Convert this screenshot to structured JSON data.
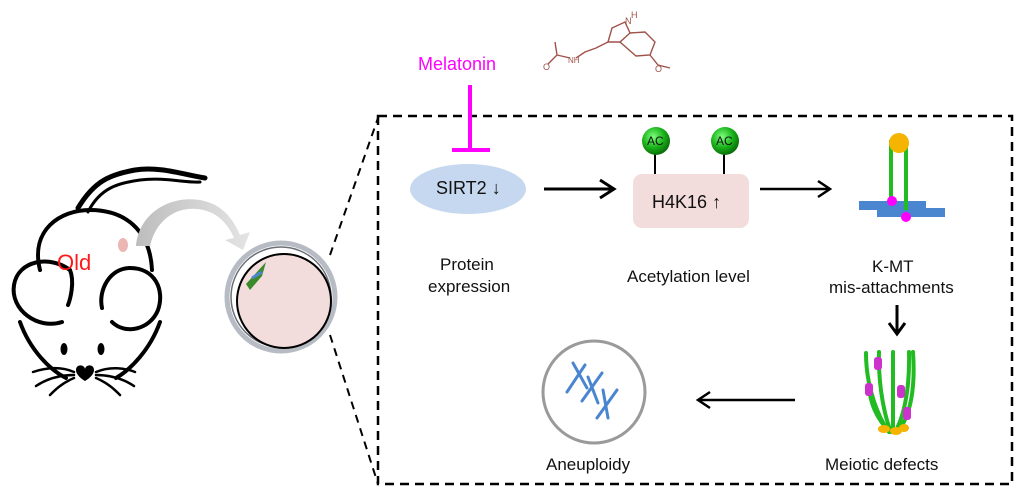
{
  "mouse": {
    "label": "Old",
    "label_color": "#ff1a1a"
  },
  "inhibitor": {
    "label": "Melatonin",
    "color": "#ff00ff"
  },
  "molecule": {
    "name": "melatonin-structure",
    "atoms": [
      "N",
      "H",
      "O",
      "NH",
      "O"
    ],
    "color": "#a0524a"
  },
  "pathway": {
    "sirt2": {
      "label": "SIRT2",
      "arrow": "down",
      "caption_line1": "Protein",
      "caption_line2": "expression",
      "fill": "#c6d8ef"
    },
    "h4k16": {
      "label": "H4K16",
      "arrow": "up",
      "caption": "Acetylation level",
      "fill": "#f2dcdc",
      "ac_label": "AC"
    },
    "kmt": {
      "caption_line1": "K-MT",
      "caption_line2": "mis-attachments"
    },
    "meiotic": {
      "caption": "Meiotic defects"
    },
    "aneuploidy": {
      "caption": "Aneuploidy"
    }
  },
  "colors": {
    "green": "#22bb22",
    "magenta": "#ff00ff",
    "orange": "#f5b400",
    "blue": "#4a86d0"
  }
}
